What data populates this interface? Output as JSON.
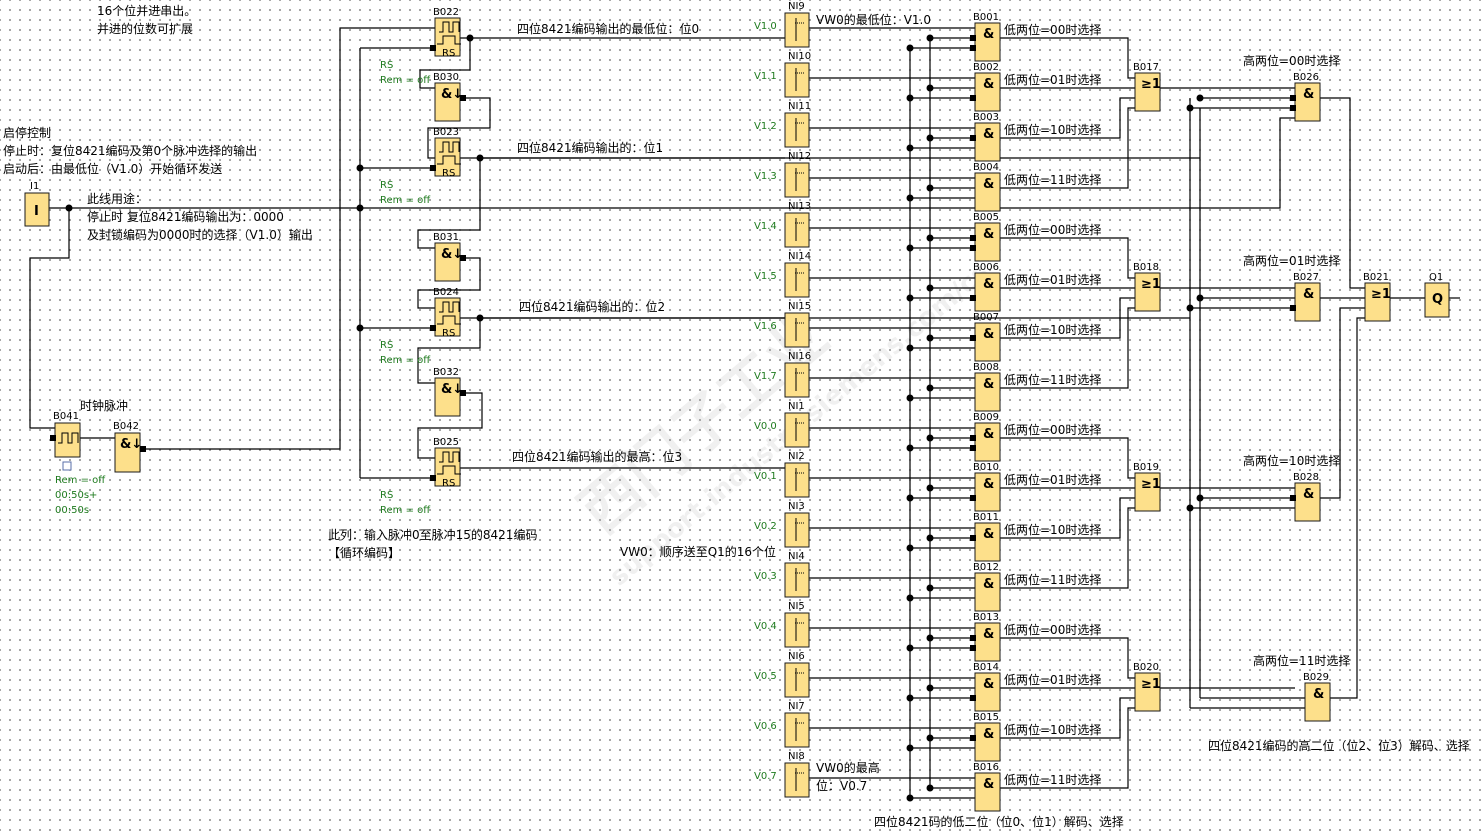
{
  "notes": {
    "title_line1": "16个位并进串出。",
    "title_line2": "并进的位数可扩展",
    "startstop_title": "启停控制",
    "startstop_line1": "停止时：复位8421编码及第0个脉冲选择的输出",
    "startstop_line2": "启动后：由最低位（V1.0）开始循环发送",
    "wire_purpose_title": "此线用途：",
    "wire_purpose_line1": "停止时 复位8421编码输出为：0000",
    "wire_purpose_line2": "及封锁编码为0000时的选择（V1.0）输出",
    "clock_label": "时钟脉冲",
    "column_note1": "此列：输入脉冲0至脉冲15的8421编码",
    "column_note2": "【循环编码】",
    "vw0_note": "VW0：顺序送至Q1的16个位",
    "vw0_lowest": "VW0的最低位：V1.0",
    "vw0_highest_1": "VW0的最高",
    "vw0_highest_2": "位：V0.7",
    "bit0": "四位8421编码输出的最低位：位0",
    "bit1": "四位8421编码输出的：位1",
    "bit2": "四位8421编码输出的：位2",
    "bit3": "四位8421编码输出的最高：位3",
    "low_decode": "四位8421码的低二位（位0、位1）解码、选择",
    "high_decode": "四位8421编码的高二位（位2、位3）解码、选择",
    "watermark1": "西门子工业",
    "watermark2": "support.industry.siemens.com/cs",
    "watermark3": "技术论坛"
  },
  "input_block": {
    "id": "I1",
    "symbol": "I"
  },
  "clock_block": {
    "id": "B041",
    "rem": "Rem = off",
    "t1": "00:50s+",
    "t2": "00:50s"
  },
  "edge_block_main": {
    "id": "B042",
    "symbol": "&↓"
  },
  "rs_blocks": [
    {
      "id": "B022",
      "attr1": "RS",
      "attr2": "Rem = off"
    },
    {
      "id": "B023",
      "attr1": "RS",
      "attr2": "Rem = off"
    },
    {
      "id": "B024",
      "attr1": "RS",
      "attr2": "Rem = off"
    },
    {
      "id": "B025",
      "attr1": "RS",
      "attr2": "Rem = off"
    }
  ],
  "edge_blocks": [
    {
      "id": "B030",
      "symbol": "&↓"
    },
    {
      "id": "B031",
      "symbol": "&↓"
    },
    {
      "id": "B032",
      "symbol": "&↓"
    }
  ],
  "ni_blocks": [
    {
      "id": "NI9",
      "var": "V1.0"
    },
    {
      "id": "NI10",
      "var": "V1.1"
    },
    {
      "id": "NI11",
      "var": "V1.2"
    },
    {
      "id": "NI12",
      "var": "V1.3"
    },
    {
      "id": "NI13",
      "var": "V1.4"
    },
    {
      "id": "NI14",
      "var": "V1.5"
    },
    {
      "id": "NI15",
      "var": "V1.6"
    },
    {
      "id": "NI16",
      "var": "V1.7"
    },
    {
      "id": "NI1",
      "var": "V0.0"
    },
    {
      "id": "NI2",
      "var": "V0.1"
    },
    {
      "id": "NI3",
      "var": "V0.2"
    },
    {
      "id": "NI4",
      "var": "V0.3"
    },
    {
      "id": "NI5",
      "var": "V0.4"
    },
    {
      "id": "NI6",
      "var": "V0.5"
    },
    {
      "id": "NI7",
      "var": "V0.6"
    },
    {
      "id": "NI8",
      "var": "V0.7"
    }
  ],
  "and_blocks": [
    {
      "id": "B001",
      "label": "低两位=00时选择"
    },
    {
      "id": "B002",
      "label": "低两位=01时选择"
    },
    {
      "id": "B003",
      "label": "低两位=10时选择"
    },
    {
      "id": "B004",
      "label": "低两位=11时选择"
    },
    {
      "id": "B005",
      "label": "低两位=00时选择"
    },
    {
      "id": "B006",
      "label": "低两位=01时选择"
    },
    {
      "id": "B007",
      "label": "低两位=10时选择"
    },
    {
      "id": "B008",
      "label": "低两位=11时选择"
    },
    {
      "id": "B009",
      "label": "低两位=00时选择"
    },
    {
      "id": "B010",
      "label": "低两位=01时选择"
    },
    {
      "id": "B011",
      "label": "低两位=10时选择"
    },
    {
      "id": "B012",
      "label": "低两位=11时选择"
    },
    {
      "id": "B013",
      "label": "低两位=00时选择"
    },
    {
      "id": "B014",
      "label": "低两位=01时选择"
    },
    {
      "id": "B015",
      "label": "低两位=10时选择"
    },
    {
      "id": "B016",
      "label": "低两位=11时选择"
    }
  ],
  "and_symbol": "&",
  "or_symbol": "≥1",
  "or_blocks": [
    {
      "id": "B017"
    },
    {
      "id": "B018"
    },
    {
      "id": "B019"
    },
    {
      "id": "B020"
    }
  ],
  "high_and_blocks": [
    {
      "id": "B026",
      "label": "高两位=00时选择"
    },
    {
      "id": "B027",
      "label": "高两位=01时选择"
    },
    {
      "id": "B028",
      "label": "高两位=10时选择"
    },
    {
      "id": "B029",
      "label": "高两位=11时选择"
    }
  ],
  "final_or": {
    "id": "B021"
  },
  "output": {
    "id": "Q1",
    "symbol": "Q"
  }
}
